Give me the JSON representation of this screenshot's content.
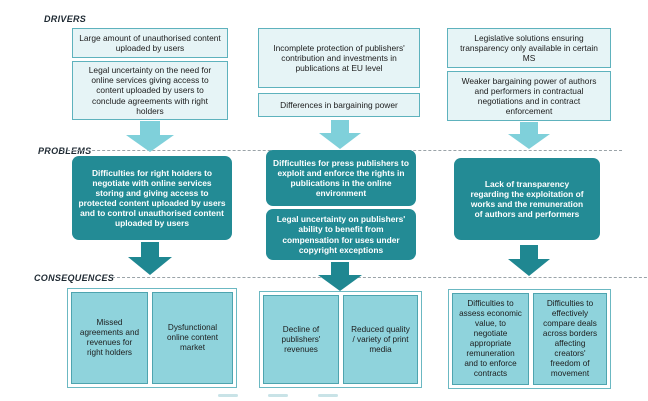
{
  "sections": {
    "drivers": "DRIVERS",
    "problems": "PROBLEMS",
    "consequences": "CONSEQUENCES"
  },
  "columns": [
    {
      "drivers": [
        "Large amount of unauthorised content uploaded by users",
        "Legal uncertainty on the need for online services giving access to content uploaded by users to conclude agreements with right holders"
      ],
      "problems": [
        "Difficulties for right holders to negotiate with online services storing and giving access to protected content uploaded by users and to control unauthorised content uploaded by users"
      ],
      "consequences": [
        "Missed agreements and revenues for right holders",
        "Dysfunctional online content market"
      ]
    },
    {
      "drivers": [
        "Incomplete protection of publishers' contribution and investments in publications at EU level",
        "Differences in bargaining power"
      ],
      "problems": [
        "Difficulties  for press publishers to exploit and enforce the rights in publications in the online environment",
        "Legal uncertainty on publishers' ability to benefit from compensation for uses under copyright exceptions"
      ],
      "consequences": [
        "Decline of publishers' revenues",
        "Reduced quality / variety of print media"
      ]
    },
    {
      "drivers": [
        "Legislative solutions ensuring transparency only available in certain MS",
        "Weaker bargaining power of authors and performers in contractual negotiations and in contract enforcement"
      ],
      "problems": [
        "Lack of transparency regarding  the exploitation of works and the remuneration of authors and performers"
      ],
      "consequences": [
        "Difficulties to assess economic value, to negotiate appropriate remuneration and to enforce contracts",
        "Difficulties to effectively compare deals across borders affecting creators' freedom of movement"
      ]
    }
  ],
  "colors": {
    "driver_fill": "#e6f4f6",
    "problem_fill": "#238b95",
    "consequence_fill": "#8fd3dc",
    "arrow_light": "#7fd0da",
    "arrow_dark": "#1f8791"
  }
}
